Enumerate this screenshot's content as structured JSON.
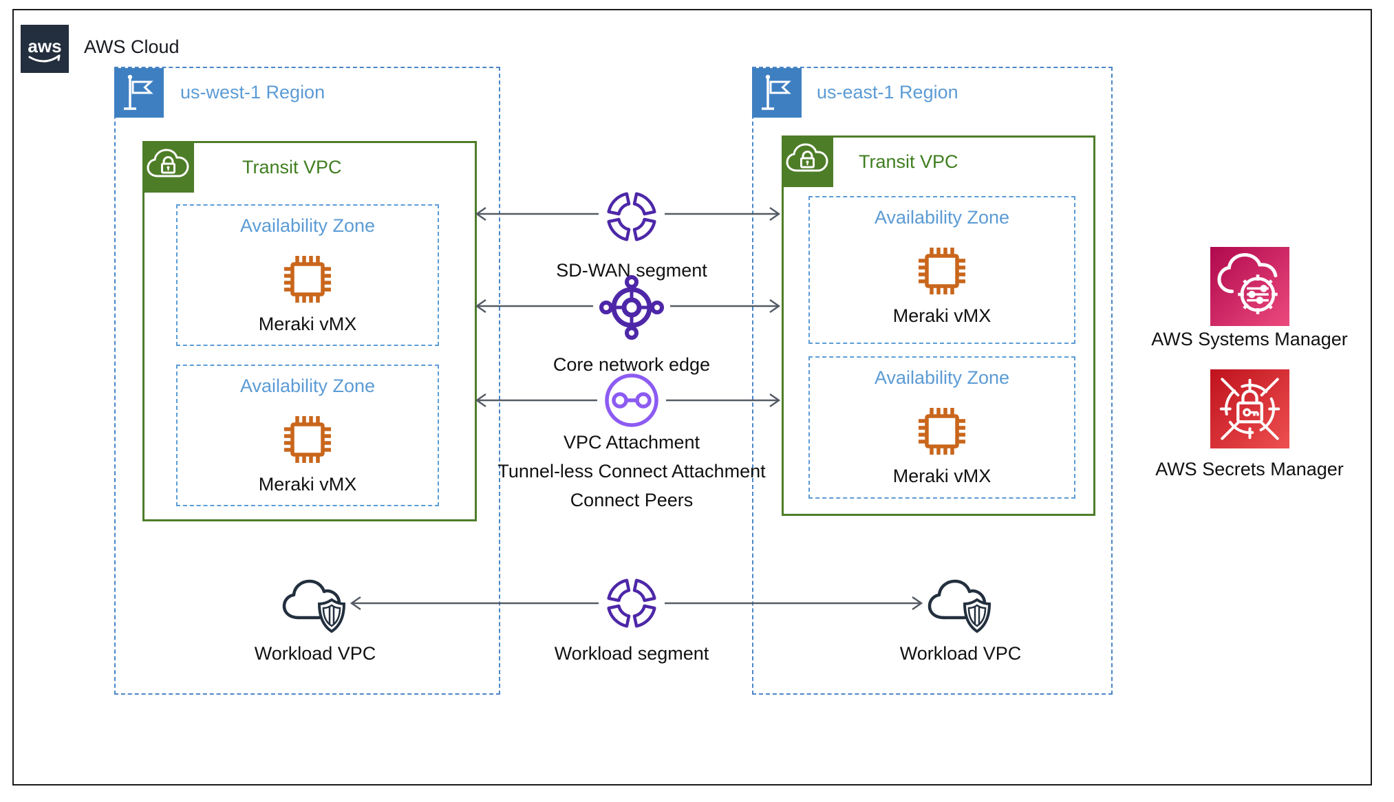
{
  "title": {
    "label": "AWS Cloud",
    "logo": "aws"
  },
  "regions": [
    {
      "label": "us-west-1 Region",
      "transit_vpc": {
        "label": "Transit VPC"
      },
      "azs": [
        {
          "label": "Availability Zone",
          "device": "Meraki vMX"
        },
        {
          "label": "Availability Zone",
          "device": "Meraki vMX"
        }
      ],
      "workload": {
        "label": "Workload VPC"
      }
    },
    {
      "label": "us-east-1 Region",
      "transit_vpc": {
        "label": "Transit VPC"
      },
      "azs": [
        {
          "label": "Availability Zone",
          "device": "Meraki vMX"
        },
        {
          "label": "Availability Zone",
          "device": "Meraki vMX"
        }
      ],
      "workload": {
        "label": "Workload VPC"
      }
    }
  ],
  "middle": {
    "sdwan_label": "SD-WAN segment",
    "core_label": "Core network edge",
    "attachment_labels": [
      "VPC Attachment",
      "Tunnel-less Connect Attachment",
      "Connect Peers"
    ],
    "workload_label": "Workload segment"
  },
  "services": [
    {
      "label": "AWS Systems Manager"
    },
    {
      "label": "AWS Secrets Manager"
    }
  ],
  "colors": {
    "region_blue_text": "#5b9bd5",
    "region_blue_border": "#4a86c8",
    "flag_blue": "#3e7fc1",
    "vpc_green": "#4e7d28",
    "vpc_green_text": "#3f7e20",
    "chip_orange": "#c9661c",
    "segment_purple": "#4d27a8",
    "attachment_purple": "#8c5bf2",
    "arrow_gray": "#545b64",
    "navy": "#232f3e",
    "systems_manager_gradient": [
      "#b0084d",
      "#ec4a7e"
    ],
    "secrets_manager_gradient": [
      "#bf121d",
      "#ee5050"
    ]
  }
}
